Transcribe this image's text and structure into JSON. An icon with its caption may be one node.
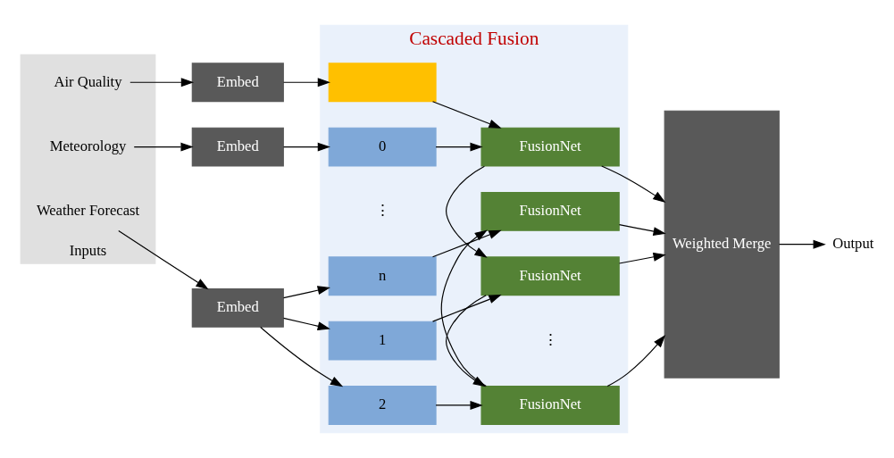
{
  "diagram": {
    "nodes": [
      {
        "text": [
          "Inputs"
        ]
      },
      {
        "text": [
          "Air Quality"
        ],
        "in": 0
      },
      {
        "text": [
          "Meteorology"
        ],
        "in": 0
      },
      {
        "text": [
          "Weather Forecast"
        ],
        "in": 0
      },
      {
        "text": [
          "Embed"
        ]
      },
      {
        "text": [
          "Embed"
        ]
      },
      {
        "text": [
          "Embed"
        ]
      },
      {
        "text": [
          "Cascaded Fusion"
        ]
      },
      {
        "text": [],
        "shape": "box",
        "in": 7
      },
      {
        "text": [
          "0"
        ],
        "in": 7
      },
      {
        "text": [
          "1"
        ],
        "in": 7
      },
      {
        "text": [
          "2"
        ],
        "in": 7
      },
      {
        "text": [
          "n"
        ],
        "in": 7
      },
      {
        "text": [
          "FusionNet"
        ],
        "in": 7
      },
      {
        "text": [
          "FusionNet"
        ],
        "in": 7
      },
      {
        "text": [
          "FusionNet"
        ],
        "in": 7
      },
      {
        "text": [
          "FusionNet"
        ],
        "in": 7
      },
      {
        "text": [
          "Weighted Merge"
        ]
      },
      {
        "text": [
          "Output"
        ]
      }
    ],
    "edges": [
      {
        "from": 1,
        "to": 4,
        "arrow": "to"
      },
      {
        "from": 2,
        "to": 5,
        "arrow": "to"
      },
      {
        "from": 3,
        "to": 6,
        "arrow": "to"
      },
      {
        "from": 4,
        "to": 8,
        "arrow": "to"
      },
      {
        "from": 5,
        "to": 9,
        "arrow": "to"
      },
      {
        "from": 6,
        "to": 10,
        "arrow": "to"
      },
      {
        "from": 6,
        "to": 11,
        "arrow": "to"
      },
      {
        "from": 6,
        "to": 12,
        "arrow": "to"
      },
      {
        "from": 8,
        "to": 13,
        "arrow": "to"
      },
      {
        "from": 9,
        "to": 13,
        "arrow": "to"
      },
      {
        "from": 10,
        "to": 14,
        "arrow": "to"
      },
      {
        "from": 11,
        "to": 15,
        "arrow": "to"
      },
      {
        "from": 12,
        "to": 16,
        "arrow": "to"
      },
      {
        "from": 13,
        "to": 14,
        "arrow": "to"
      },
      {
        "from": 14,
        "to": 15,
        "arrow": "to"
      },
      {
        "from": 15,
        "to": 16,
        "arrow": "to"
      },
      {
        "from": 13,
        "to": 17,
        "arrow": "to"
      },
      {
        "from": 14,
        "to": 17,
        "arrow": "to"
      },
      {
        "from": 15,
        "to": 17,
        "arrow": "to"
      },
      {
        "from": 16,
        "to": 17,
        "arrow": "to"
      },
      {
        "from": 17,
        "to": 18,
        "arrow": "to"
      }
    ],
    "labels": [
      "⋮",
      "⋮"
    ]
  }
}
